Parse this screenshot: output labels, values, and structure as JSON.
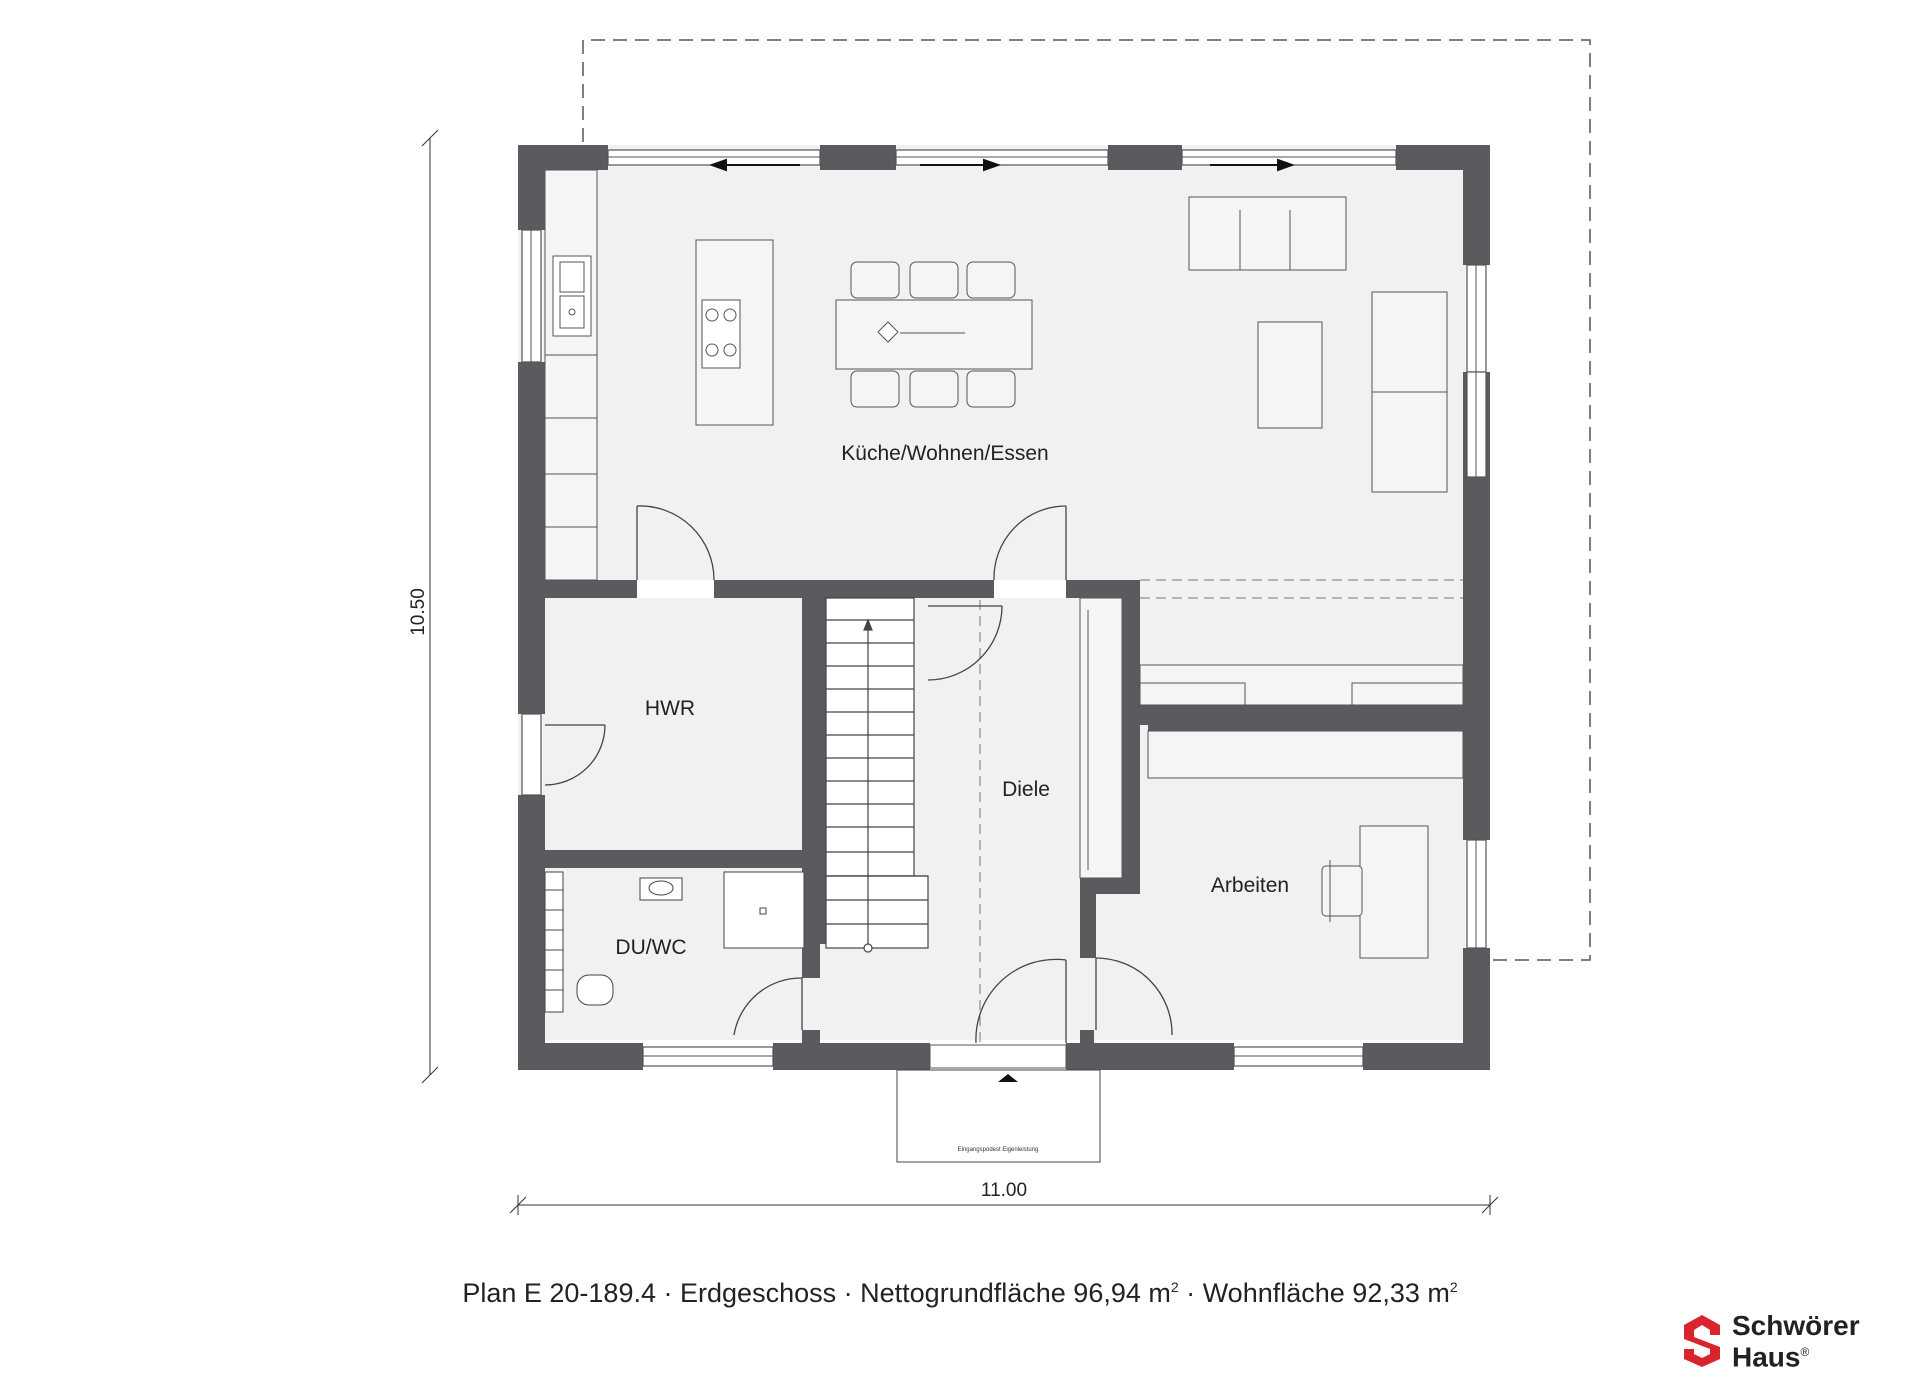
{
  "rooms": {
    "living": "Küche/Wohnen/Essen",
    "utility": "HWR",
    "hall": "Diele",
    "bath": "DU/WC",
    "office": "Arbeiten"
  },
  "dimensions": {
    "height": "10.50",
    "width": "11.00"
  },
  "entrance_note": "Eingangspodest Eigenleistung",
  "caption": {
    "plan": "Plan E 20-189.4",
    "floor": "Erdgeschoss",
    "net_area_label": "Nettogrundfläche",
    "net_area_value": "96,94 m",
    "living_area_label": "Wohnfläche",
    "living_area_value": "92,33 m",
    "unit_exponent": "2",
    "separator": "·"
  },
  "logo": {
    "line1": "Schwörer",
    "line2": "Haus",
    "mark": "®",
    "icon": "schwoerer-logo-icon",
    "color": "#d9232d"
  },
  "colors": {
    "wall": "#5a5a5f",
    "floor": "#f1f1f1",
    "line": "#333333"
  }
}
